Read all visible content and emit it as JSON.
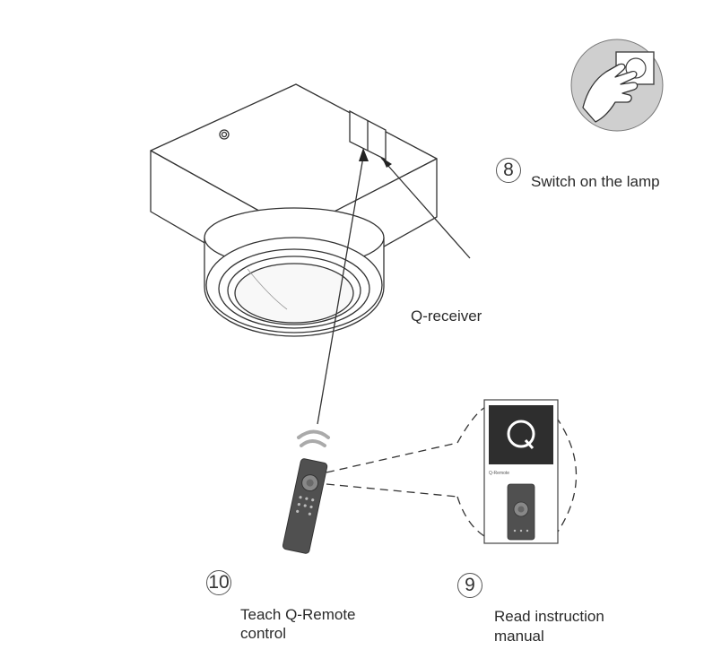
{
  "steps": [
    {
      "number": "8",
      "text": "Switch on the lamp"
    },
    {
      "number": "9",
      "text_lines": [
        "Read instruction",
        "manual"
      ]
    },
    {
      "number": "10",
      "text_lines": [
        "Teach Q-Remote",
        "control"
      ]
    }
  ],
  "labels": {
    "receiver": "Q-receiver"
  },
  "manual": {
    "brand_logo": "Q",
    "caption": "Q-Remote"
  },
  "icons": [
    "hand-switch-icon",
    "wifi-signal-icon",
    "q-logo-icon"
  ],
  "colors": {
    "line": "#333333",
    "manual_header": "#2e2e2e",
    "remote_body": "#505050",
    "circle_fill": "#cfcfcf"
  }
}
